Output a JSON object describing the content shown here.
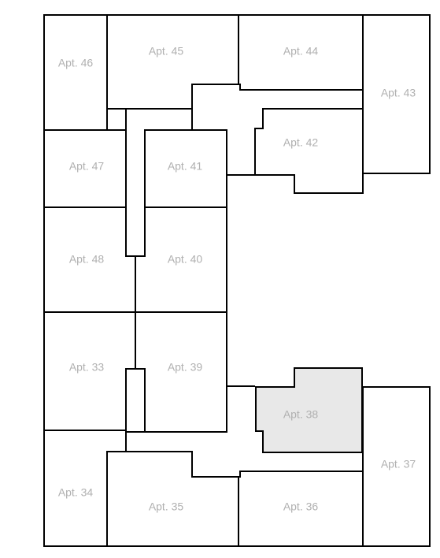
{
  "floor_plan": {
    "colors": {
      "wall": "#000000",
      "unit_fill": "#ffffff",
      "selected_fill": "#e8e8e8",
      "label": "#b0b0b0"
    },
    "apartments": [
      {
        "id": "apt-46",
        "label": "Apt. 46",
        "selected": false
      },
      {
        "id": "apt-45",
        "label": "Apt. 45",
        "selected": false
      },
      {
        "id": "apt-44",
        "label": "Apt. 44",
        "selected": false
      },
      {
        "id": "apt-43",
        "label": "Apt. 43",
        "selected": false
      },
      {
        "id": "apt-42",
        "label": "Apt. 42",
        "selected": false
      },
      {
        "id": "apt-47",
        "label": "Apt. 47",
        "selected": false
      },
      {
        "id": "apt-41",
        "label": "Apt. 41",
        "selected": false
      },
      {
        "id": "apt-48",
        "label": "Apt. 48",
        "selected": false
      },
      {
        "id": "apt-40",
        "label": "Apt. 40",
        "selected": false
      },
      {
        "id": "apt-33",
        "label": "Apt. 33",
        "selected": false
      },
      {
        "id": "apt-39",
        "label": "Apt. 39",
        "selected": false
      },
      {
        "id": "apt-38",
        "label": "Apt. 38",
        "selected": true
      },
      {
        "id": "apt-34",
        "label": "Apt. 34",
        "selected": false
      },
      {
        "id": "apt-35",
        "label": "Apt. 35",
        "selected": false
      },
      {
        "id": "apt-36",
        "label": "Apt. 36",
        "selected": false
      },
      {
        "id": "apt-37",
        "label": "Apt. 37",
        "selected": false
      }
    ]
  }
}
